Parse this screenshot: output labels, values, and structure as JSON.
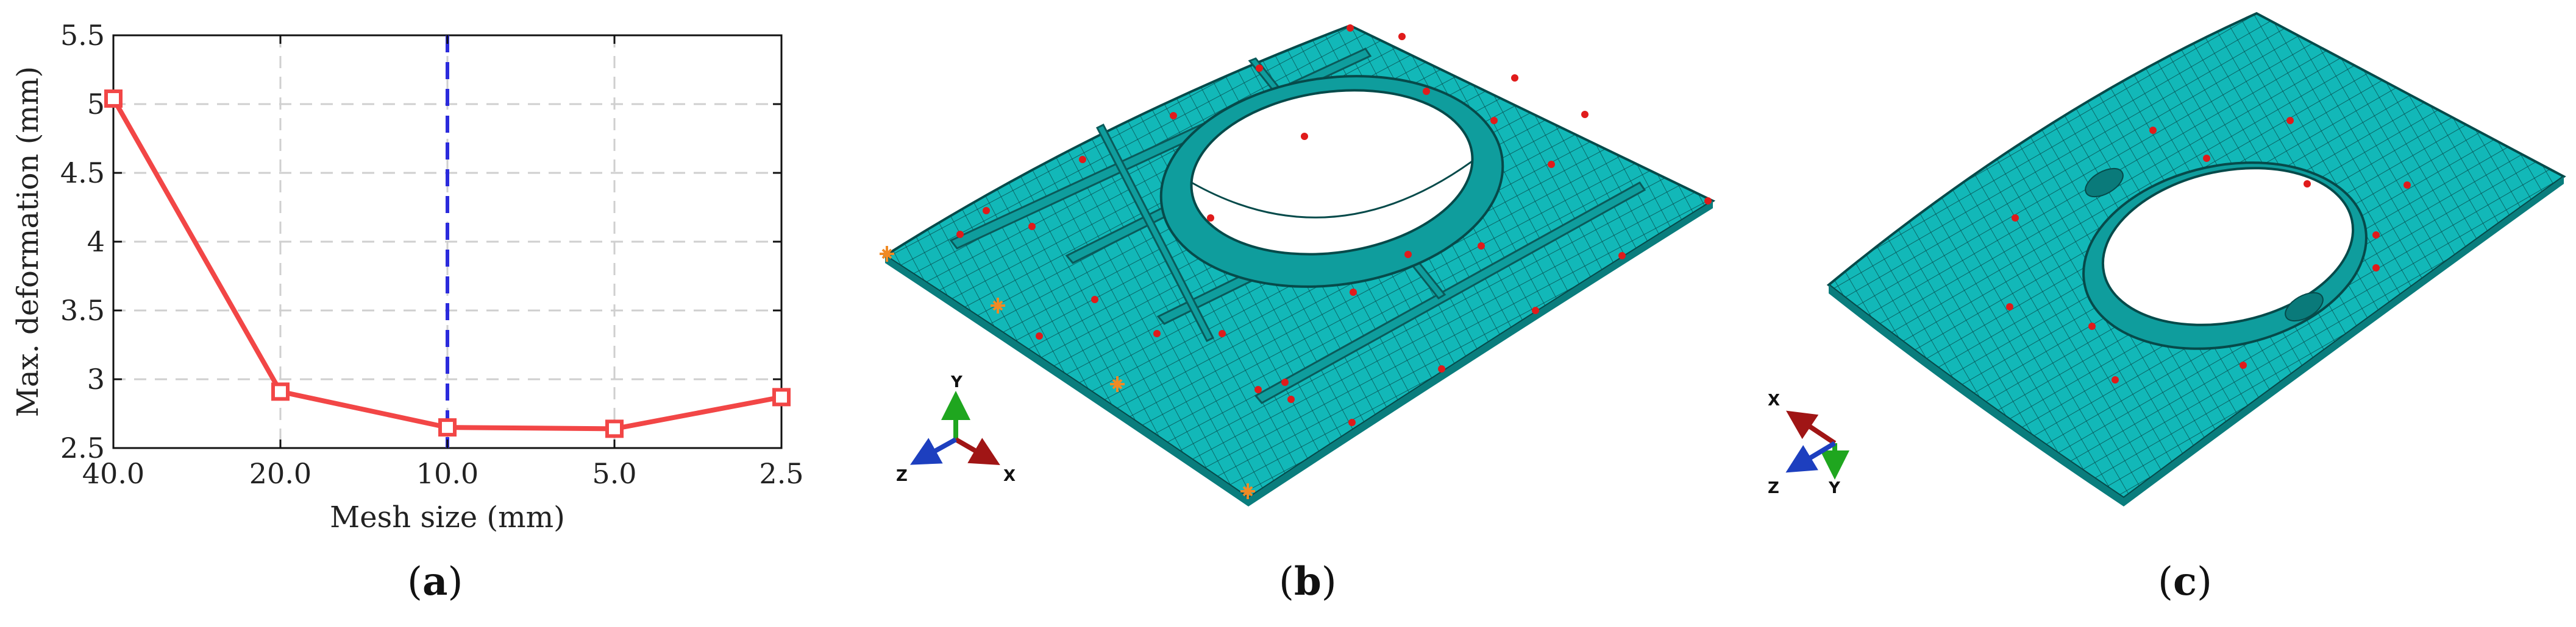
{
  "panels": {
    "a": {
      "caption_letter": "a",
      "chart_data": {
        "type": "line",
        "x": [
          "40.0",
          "20.0",
          "10.0",
          "5.0",
          "2.5"
        ],
        "series": [
          {
            "values": [
              5.04,
              2.91,
              2.65,
              2.64,
              2.87
            ],
            "color": "#f24646",
            "marker": "square"
          }
        ],
        "xlabel": "Mesh size (mm)",
        "ylabel": "Max. deformation (mm)",
        "ylim": [
          2.5,
          5.5
        ],
        "yticks": [
          "2.5",
          "3",
          "3.5",
          "4",
          "4.5",
          "5",
          "5.5"
        ],
        "grid": true,
        "highlight_x": "10.0",
        "highlight_color": "#2b2bdc"
      }
    },
    "b": {
      "caption_letter": "b",
      "triad": {
        "x": "X",
        "y": "Y",
        "z": "Z"
      }
    },
    "c": {
      "caption_letter": "c",
      "triad": {
        "x": "X",
        "y": "Y",
        "z": "Z"
      }
    }
  },
  "colors": {
    "mesh": "#12b8b8",
    "mesh_dark": "#0a8f8f",
    "node_marker": "#e01b1b",
    "boundary": "#f08a24"
  }
}
